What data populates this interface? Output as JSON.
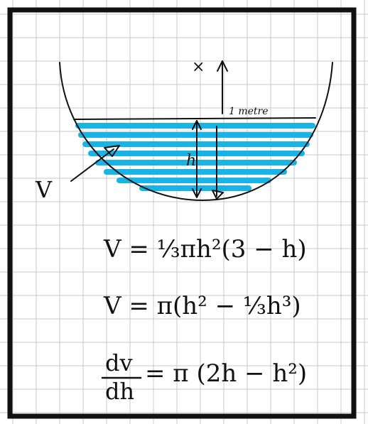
{
  "labels": {
    "center_mark": "×",
    "radius_label": "1 metre",
    "height_label": "h",
    "volume_label": "V"
  },
  "equations": {
    "eq1": "V = ⅓πh²(3 − h)",
    "eq2": "V = π(h² − ⅓h³)",
    "eq3_lhs_num": "dv",
    "eq3_lhs_den": "dh",
    "eq3_rhs": "= π (2h − h²)"
  },
  "colors": {
    "paper": "#ffffff",
    "grid": "#c9c9c9",
    "border": "#111111",
    "water": "#19b4e6",
    "ink": "#111111"
  }
}
